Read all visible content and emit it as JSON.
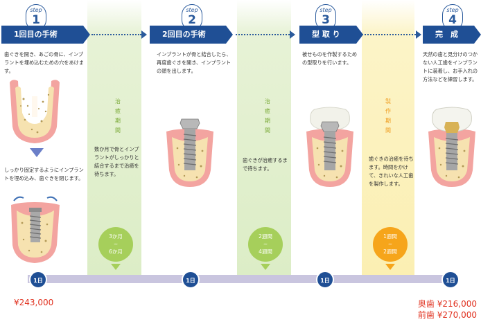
{
  "steps": [
    {
      "label": "step",
      "num": "1",
      "title": "1回目の手術"
    },
    {
      "label": "step",
      "num": "2",
      "title": "2回目の手術"
    },
    {
      "label": "step",
      "num": "3",
      "title": "型 取 り"
    },
    {
      "label": "step",
      "num": "4",
      "title": "完　成"
    }
  ],
  "descriptions": {
    "s1a": "歯ぐきを開き、あごの骨に、インプラントを埋め込むための穴をあけます。",
    "s1b": "しっかり固定するようにインプラントを埋め込み、歯ぐきを閉じます。",
    "s2": "インプラントが骨と結合したら、再度歯ぐきを開き、インプラントの頭を出します。",
    "s3": "被せものを作製するための型取りを行います。",
    "s4": "天然の歯と見分けのつかない人工歯をインプラントに装着し、お手入れの方法などを練習します。",
    "g1": "数か月で骨とインプラントがしっかりと結合するまで治癒を待ちます。",
    "g2": "歯ぐきが治癒するまで待ちます。",
    "y1": "歯ぐきの治癒を待ちます。時間をかけて、きれいな人工歯を製作します。"
  },
  "vertical_labels": {
    "g1": [
      "治",
      "癒",
      "期",
      "間"
    ],
    "g2": [
      "治",
      "癒",
      "期",
      "間"
    ],
    "y1": [
      "製",
      "作",
      "期",
      "間"
    ]
  },
  "periods": {
    "g1": [
      "3か月",
      "~",
      "6か月"
    ],
    "g2": [
      "2週間",
      "~",
      "4週間"
    ],
    "y1": [
      "1週間",
      "~",
      "2週間"
    ]
  },
  "days": [
    "1日",
    "1日",
    "1日",
    "1日"
  ],
  "prices": {
    "left": "¥243,000",
    "right1": "奥歯 ¥216,000",
    "right2": "前歯 ¥270,000"
  },
  "colors": {
    "navy": "#1f4f95",
    "green": "#a6cf5b",
    "orange": "#f6a51b",
    "price": "#e0301e"
  }
}
